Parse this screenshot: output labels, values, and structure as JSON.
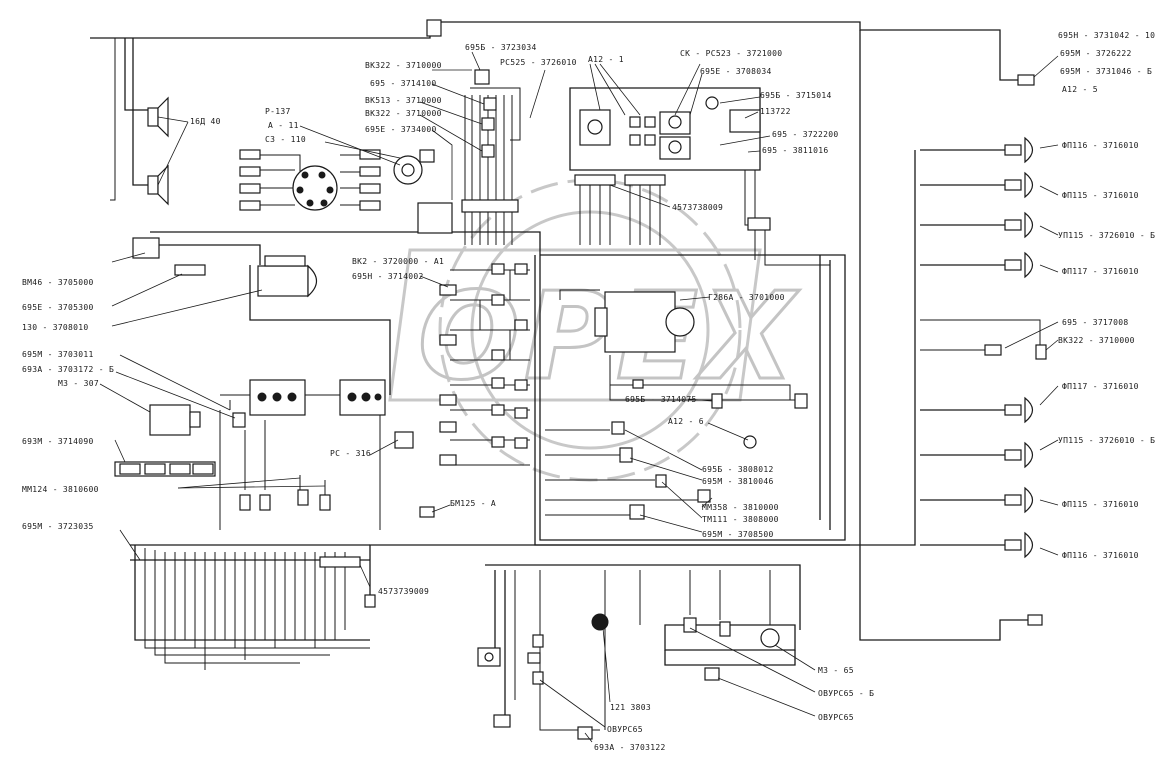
{
  "watermark": "OPEX",
  "labels": {
    "l_16d40": "16Д 40",
    "l_695b_3723034": "695Б - 3723034",
    "l_vk322_3710000_top": "ВК322 - 3710000",
    "l_rs525_3726010": "РС525 - 3726010",
    "l_695_3714100": "695 - 3714100",
    "l_vk513_3710000": "ВК513 - 3710000",
    "l_vk322_3710000_b": "ВК322 - 3710000",
    "l_695e_3734000": "695Е - 3734000",
    "l_r137": "Р-137",
    "l_a11": "А - 11",
    "l_s3_110": "С3 - 110",
    "l_a12_1": "А12 - 1",
    "l_sk_rs523": "СК - РС523 - 3721000",
    "l_695e_3708034": "695Е - 3708034",
    "l_695b_3715014": "695Б - 3715014",
    "l_113722": "113722",
    "l_695_3722200": "695 - 3722200",
    "l_695_3811016": "695 - 3811016",
    "l_4573738009_top": "4573738009",
    "l_vk2_3720000": "ВК2 - 3720000 - А1",
    "l_695n_3714002": "695Н - 3714002",
    "l_g286a": "Г286А - 3701000",
    "l_vm46": "ВМ46 - 3705000",
    "l_695e_3705300": "695Е - 3705300",
    "l_130_3708010": "130 - 3708010",
    "l_695m_3703011": "695М - 3703011",
    "l_693a_3703172": "693А - 3703172 - Б",
    "l_m3_307": "М3 - 307",
    "l_693m_3714090": "693М - 3714090",
    "l_mm124": "ММ124 - 3810600",
    "l_rs316": "РС - 316",
    "l_bm125a": "БМ125 - А",
    "l_695m_3723035": "695М - 3723035",
    "l_4573739009_bot": "4573739009",
    "l_695b_3714075": "695Б - 3714075",
    "l_a12_6": "А12 - 6",
    "l_695b_3808012": "695Б - 3808012",
    "l_695m_3810046": "695М - 3810046",
    "l_mm358": "ММ358 - 3810000",
    "l_tm111": "ТМ111 - 3808000",
    "l_695m_3708500": "695М - 3708500",
    "l_695n_3731042": "695Н - 3731042 - 10",
    "l_695m_3726222": "695М - 3726222",
    "l_695m_3731046": "695М - 3731046 - Б",
    "l_a12_5": "А12 - 5",
    "l_fp116_1": "ФП116 - 3716010",
    "l_fp115_1": "ФП115 - 3716010",
    "l_up115_1": "УП115 - 3726010 - Б",
    "l_fp117_1": "ФП117 - 3716010",
    "l_695_3717008": "695 - 3717008",
    "l_vk322_right": "ВК322 - 3710000",
    "l_fp117_2": "ФП117 - 3716010",
    "l_up115_2": "УП115 - 3726010 - Б",
    "l_fp115_2": "ФП115 - 3716010",
    "l_fp116_2": "ФП116 - 3716010",
    "l_121_3803": "121 3803",
    "l_ovurs65_a": "ОВУРС65",
    "l_693a_3703122": "693А - 3703122",
    "l_m3_65": "М3 - 65",
    "l_ovurs65_b": "ОВУРС65 - Б",
    "l_ovurs65_c": "ОВУРС65"
  }
}
